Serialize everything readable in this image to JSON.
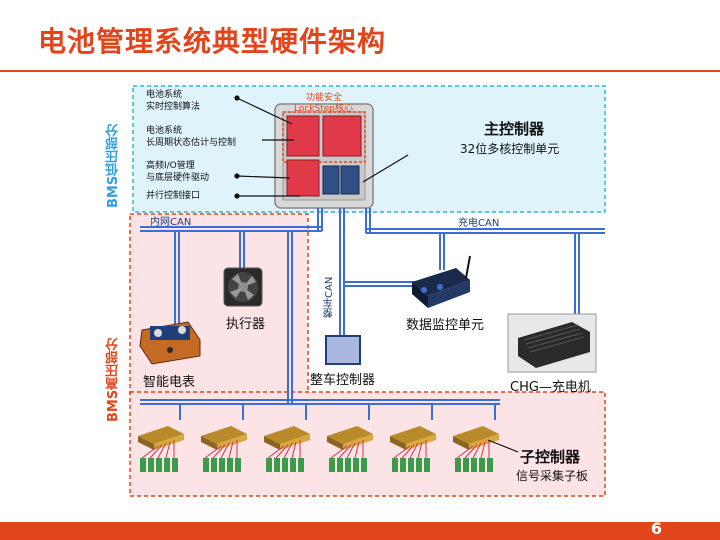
{
  "title": "电池管理系统典型硬件架构",
  "page_number": "6",
  "regions": {
    "low_voltage_label": "BMS低压部分",
    "high_voltage_label": "BMS高压部分"
  },
  "main_controller": {
    "title": "主控制器",
    "subtitle": "32位多核控制单元",
    "safety_label": "功能安全",
    "lockstep_label": "LockStep核心",
    "annotations": [
      {
        "line1": "电池系统",
        "line2": "实时控制算法"
      },
      {
        "line1": "电池系统",
        "line2": "长周期状态估计与控制"
      },
      {
        "line1": "高频I/O管理",
        "line2": "与底层硬件驱动"
      },
      {
        "line1": "并行控制接口",
        "line2": ""
      }
    ]
  },
  "buses": {
    "internal_can": "内网CAN",
    "charging_can": "充电CAN",
    "vehicle_can": "整车CAN"
  },
  "components": {
    "actuator": "执行器",
    "smart_meter": "智能电表",
    "vehicle_controller": "整车控制器",
    "data_monitor": "数据监控单元",
    "charger": "CHG—充电机",
    "sub_controller_title": "子控制器",
    "sub_controller_subtitle": "信号采集子板"
  },
  "colors": {
    "accent": "#e2451c",
    "low_voltage_fill": "#dff3fb",
    "low_voltage_border": "#2fb7d8",
    "high_voltage_fill": "#fbe3e6",
    "high_voltage_border": "#e2451c",
    "bus_blue": "#3b6fd6"
  }
}
